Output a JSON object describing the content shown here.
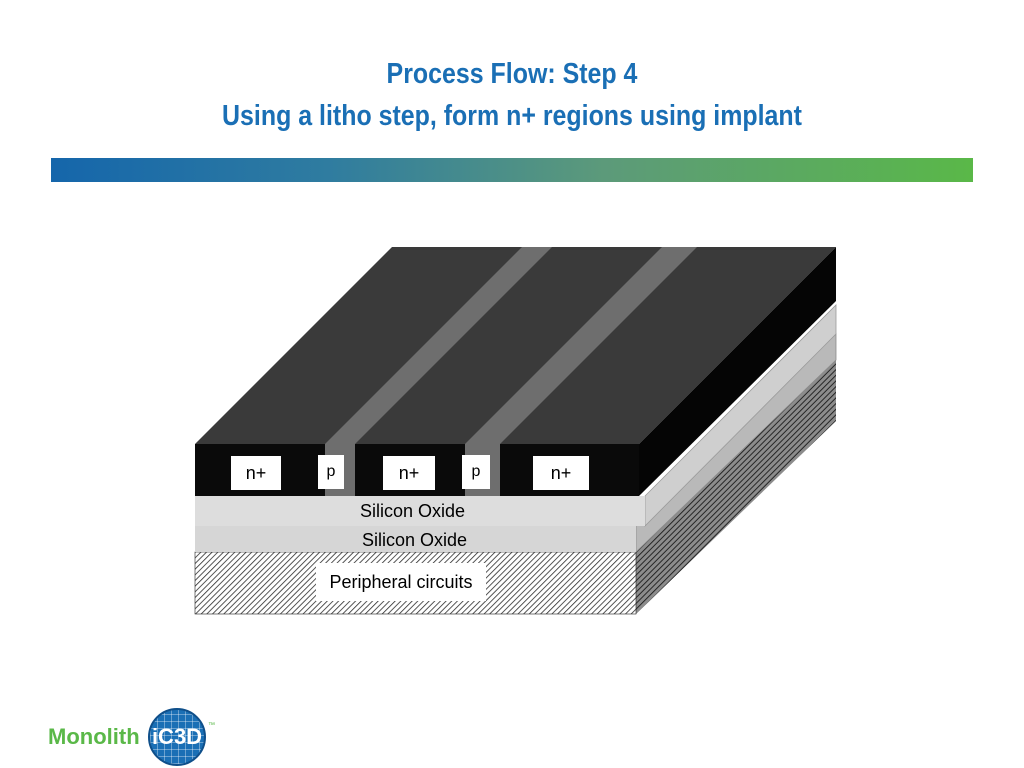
{
  "slide": {
    "title_line1": "Process Flow: Step 4",
    "title_line2": "Using a litho step, form n+ regions using implant"
  },
  "diagram": {
    "regions": [
      "n+",
      "p",
      "n+",
      "p",
      "n+"
    ],
    "layers": {
      "oxide_top": "Silicon Oxide",
      "oxide_bottom": "Silicon Oxide",
      "peripheral": "Peripheral circuits"
    }
  },
  "logo": {
    "word": "Monolith",
    "badge": "iC3D",
    "tm": "™"
  },
  "colors": {
    "title": "#1a6fb5",
    "bar_start": "#1566ab",
    "bar_end": "#5ab848",
    "top_slab": "#3a3a3a",
    "stripe": "#6e6e6e",
    "front_black": "#0a0a0a",
    "oxide": "#d6d6d6"
  }
}
